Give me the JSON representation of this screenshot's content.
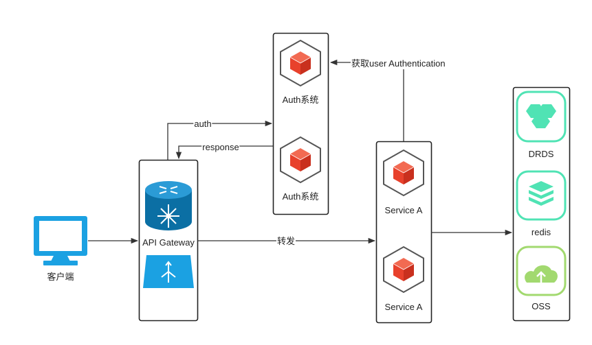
{
  "client": {
    "label": "客户端"
  },
  "gateway": {
    "label": "API Gateway"
  },
  "auth": {
    "top_label": "Auth系统",
    "bottom_label": "Auth系统"
  },
  "services": {
    "top_label": "Service A",
    "bottom_label": "Service A"
  },
  "storage": {
    "drds_label": "DRDS",
    "redis_label": "redis",
    "oss_label": "OSS"
  },
  "edges": {
    "auth": "auth",
    "response": "response",
    "forward": "转发",
    "get_user": "获取user Authentication"
  },
  "colors": {
    "line": "#333333",
    "cube_red": "#e8412c",
    "monitor_blue": "#1ba1e2",
    "gateway_blue": "#0b6fa4",
    "storage_green": "#50e3b4",
    "oss_green": "#a2d96f"
  },
  "icons": [
    "monitor-icon",
    "router-icon",
    "load-balancer-icon",
    "cube-icon",
    "drds-icon",
    "redis-icon",
    "oss-icon"
  ]
}
